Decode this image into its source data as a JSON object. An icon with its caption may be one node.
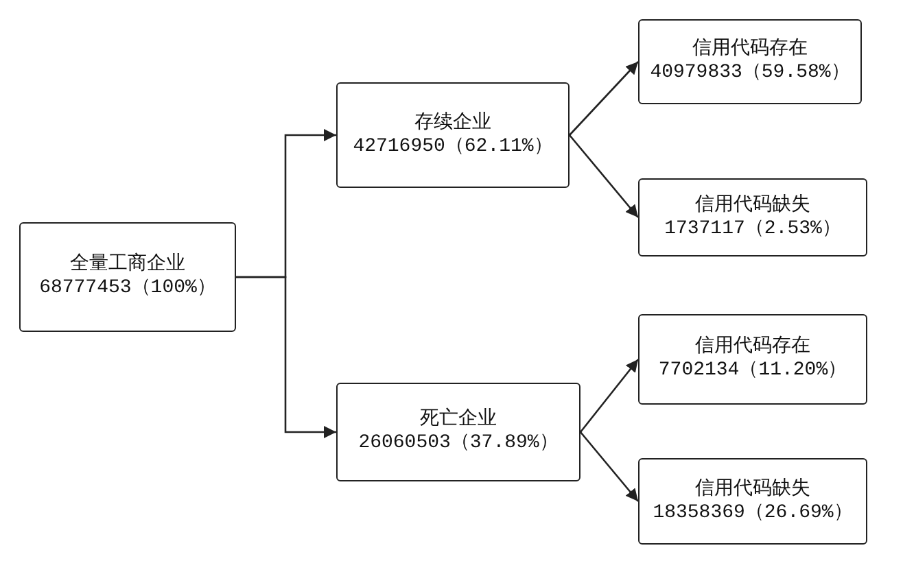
{
  "diagram": {
    "nodes": [
      {
        "text": [
          "全量工商企业",
          "68777453（100%）"
        ]
      },
      {
        "text": [
          "存续企业",
          "42716950（62.11%）"
        ]
      },
      {
        "text": [
          "死亡企业",
          "26060503（37.89%）"
        ]
      },
      {
        "text": [
          "信用代码存在",
          "40979833（59.58%）"
        ]
      },
      {
        "text": [
          "信用代码缺失",
          "1737117（2.53%）"
        ]
      },
      {
        "text": [
          "信用代码存在",
          "7702134（11.20%）"
        ]
      },
      {
        "text": [
          "信用代码缺失",
          "18358369（26.69%）"
        ]
      }
    ],
    "edges": [
      {
        "from": 0,
        "to": 1,
        "arrow": "to"
      },
      {
        "from": 0,
        "to": 2,
        "arrow": "to"
      },
      {
        "from": 1,
        "to": 3,
        "arrow": "to"
      },
      {
        "from": 1,
        "to": 4,
        "arrow": "to"
      },
      {
        "from": 2,
        "to": 5,
        "arrow": "to"
      },
      {
        "from": 2,
        "to": 6,
        "arrow": "to"
      }
    ]
  }
}
